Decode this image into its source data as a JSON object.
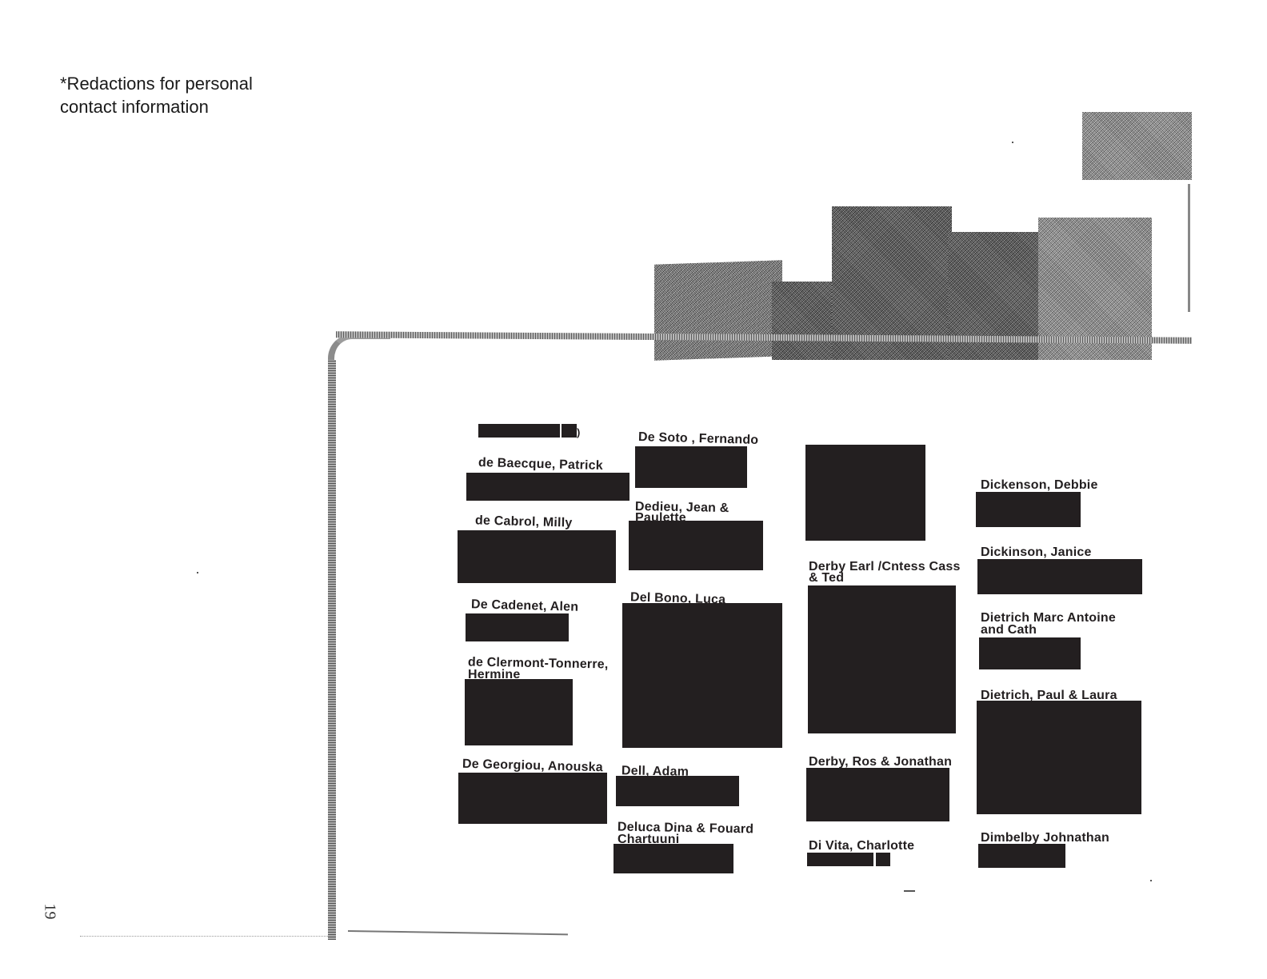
{
  "note": {
    "line1": "*Redactions for personal",
    "line2": "contact information"
  },
  "page_number": "19",
  "image": {
    "description": "scanned photograph of carved stone blocks / ruins",
    "icon": "photo-scan"
  },
  "colors": {
    "redaction": "#231f20",
    "text": "#231f20",
    "background": "#ffffff"
  },
  "entries": [
    {
      "label": "",
      "suffix": ")",
      "column": 1
    },
    {
      "label": "de Baecque, Patrick",
      "column": 1
    },
    {
      "label": "de Cabrol, Milly",
      "column": 1
    },
    {
      "label": "De Cadenet, Alen",
      "column": 1
    },
    {
      "label": "de Clermont-Tonnerre,",
      "label2": "Hermine",
      "column": 1
    },
    {
      "label": "De Georgiou, Anouska",
      "column": 1
    },
    {
      "label": "De Soto , Fernando",
      "column": 2
    },
    {
      "label": "Dedieu, Jean &",
      "label2": "Paulette",
      "column": 2
    },
    {
      "label": "Del Bono, Luca",
      "column": 2
    },
    {
      "label": "Dell, Adam",
      "column": 2
    },
    {
      "label": "Deluca Dina & Fouard",
      "label2": "Chartuuni",
      "column": 2
    },
    {
      "label": "",
      "column": 3
    },
    {
      "label": "Derby Earl /Cntess  Cass",
      "label2": "& Ted",
      "column": 3
    },
    {
      "label": "Derby, Ros & Jonathan",
      "column": 3
    },
    {
      "label": "Di Vita, Charlotte",
      "column": 3
    },
    {
      "label": "Dickenson, Debbie",
      "column": 4
    },
    {
      "label": "Dickinson, Janice",
      "column": 4
    },
    {
      "label": "Dietrich Marc Antoine",
      "label2": "and Cath",
      "column": 4
    },
    {
      "label": "Dietrich,  Paul   & Laura",
      "column": 4
    },
    {
      "label": "Dimbelby Johnathan",
      "column": 4
    }
  ]
}
